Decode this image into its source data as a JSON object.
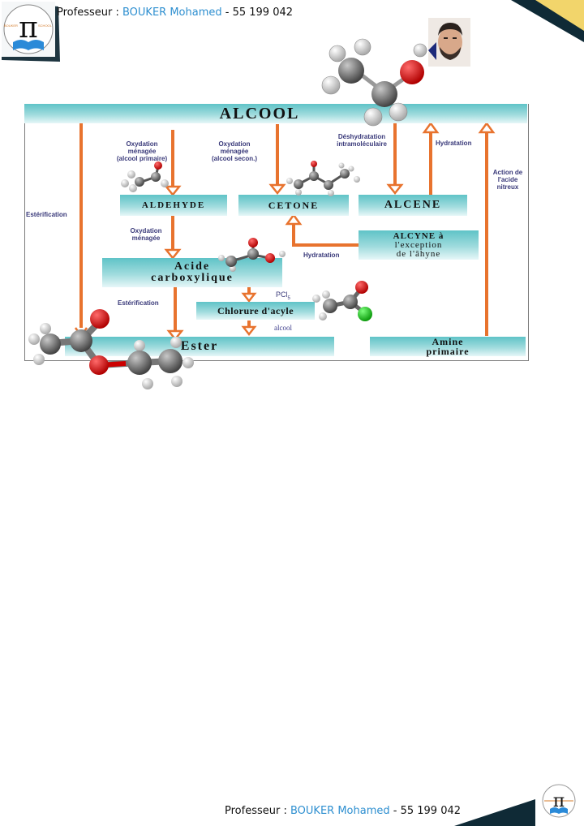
{
  "header": {
    "prefix": "Professeur : ",
    "name": "BOUKER Mohamed",
    "suffix": " - 55 199 042",
    "logo_label_left": "BOUKER",
    "logo_label_right": "SCHOOL",
    "logo_symbol": "π"
  },
  "footer": {
    "prefix": "Professeur : ",
    "name": "BOUKER Mohamed",
    "suffix": " - 55 199 042",
    "logo_symbol": "π"
  },
  "colors": {
    "arrow": "#e8732e",
    "box": "#5fc3c7",
    "label": "#3a3a7a",
    "name_blue": "#2e8fd0",
    "corner_dark": "#0f2a36",
    "corner_yellow": "#f2d56b"
  },
  "diagram": {
    "top_box": "ALCOOL",
    "boxes": {
      "aldehyde": "ALDEHYDE",
      "cetone": "CETONE",
      "alcene": "ALCENE",
      "alcyne": [
        "ALCYNE à",
        "l'exception",
        "de l'âhyne"
      ],
      "acide": [
        "Acide",
        "carboxylique"
      ],
      "chlorure": "Chlorure d'acyle",
      "ester": "Ester",
      "amine": [
        "Amine",
        "primaire"
      ]
    },
    "labels": {
      "esterification_left": "Estérification",
      "oxydation_primaire": [
        "Oxydation",
        "ménagée",
        "(alcool primaire)"
      ],
      "oxydation_secon": [
        "Oxydation",
        "ménagée",
        "(alcool secon.)"
      ],
      "deshydratation": [
        "Déshydratation",
        "intramoléculaire"
      ],
      "hydratation_top": "Hydratation",
      "action_acide": [
        "Action de",
        "l'acide",
        "nitreux"
      ],
      "oxydation_menagee": [
        "Oxydation",
        "ménagée"
      ],
      "hydratation_alcyne": "Hydratation",
      "esterification_mid": "Estérification",
      "pcl5": "PCl",
      "pcl5_sub": "5",
      "alcool": "alcool"
    },
    "molecules": [
      "ethanol",
      "acetaldehyde",
      "butanone",
      "acetic-acid",
      "acetyl-chloride",
      "ethyl-acetate"
    ]
  }
}
